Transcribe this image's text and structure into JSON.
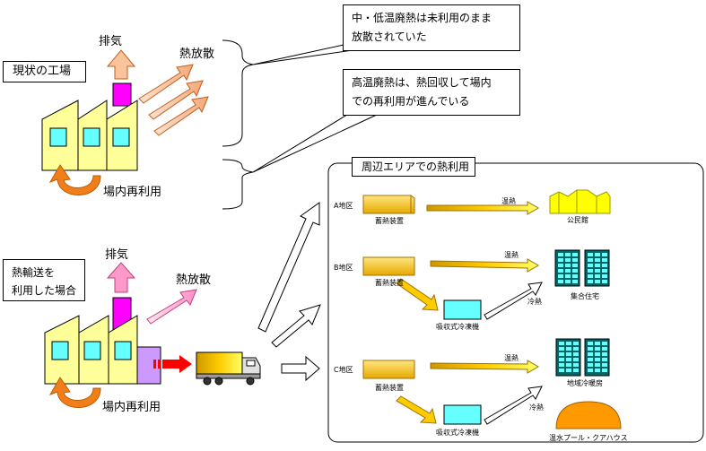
{
  "current_factory": {
    "title": "現状の工場",
    "exhaust": "排気",
    "heat_release": "熱放散",
    "reuse": "場内再利用"
  },
  "transport_factory": {
    "title_line1": "熱輸送を",
    "title_line2": "利用した場合",
    "exhaust": "排気",
    "heat_release": "熱放散",
    "reuse": "場内再利用"
  },
  "callouts": {
    "low_temp_line1": "中・低温廃熱は未利用のまま",
    "low_temp_line2": "放散されていた",
    "high_temp_line1": "高温廃熱は、熱回収して場内",
    "high_temp_line2": "での再利用が進んでいる"
  },
  "area_panel": {
    "title": "周辺エリアでの熱利用",
    "area_a": {
      "label": "A地区",
      "storage": "蓄熱装置",
      "flow_warm": "温熱",
      "destination": "公民館"
    },
    "area_b": {
      "label": "B地区",
      "storage": "蓄熱装置",
      "flow_warm": "温熱",
      "chiller": "吸収式冷凍機",
      "flow_cold": "冷熱",
      "destination": "集合住宅"
    },
    "area_c": {
      "label": "C地区",
      "storage": "蓄熱装置",
      "flow_warm": "温熱",
      "chiller": "吸収式冷凍機",
      "flow_cold": "冷熱",
      "destination_1": "地域冷暖房",
      "destination_2": "温水プール・クアハウス"
    }
  },
  "colors": {
    "factory_yellow": "#ffff99",
    "window_cyan": "#66ffff",
    "chimney_magenta": "#ff00ff",
    "exhaust_arrow": "#f9c39c",
    "heat_arrow": "#f9c39c",
    "reuse_arrow": "#f07f1a",
    "storage_gold": "#ffcc00",
    "chiller_cyan": "#66ffff",
    "building_green": "#006666",
    "pool_orange": "#ff9900",
    "pink_arrow": "#ff99cc",
    "red_arrow": "#ff0000",
    "heat_unit_purple": "#cc99ff"
  }
}
